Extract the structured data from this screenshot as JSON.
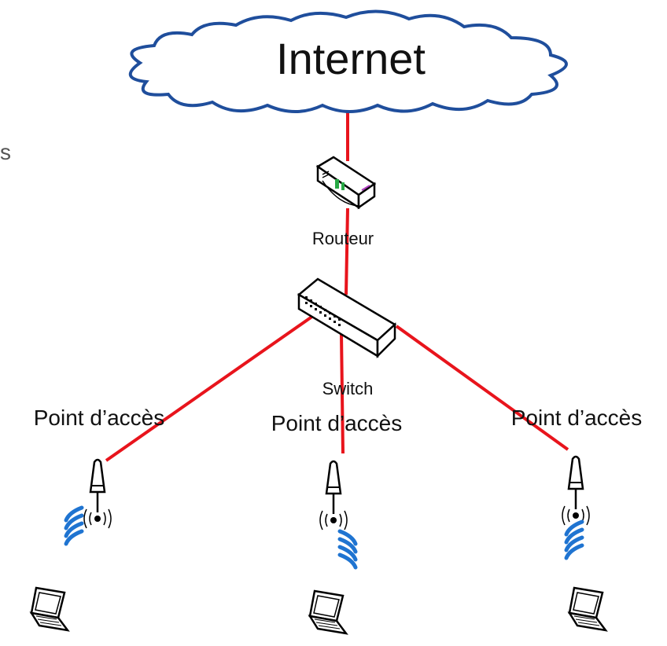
{
  "labels": {
    "internet": "Internet",
    "router": "Routeur",
    "switch": "Switch",
    "access_point": "Point d’accès",
    "left_fragment": "s"
  },
  "colors": {
    "cloud_stroke": "#1f4e9c",
    "link": "#e8141c",
    "wifi_waves": "#1f74d1",
    "device_stroke": "#000000"
  },
  "icons": [
    "cloud-icon",
    "router-icon",
    "switch-icon",
    "antenna-icon",
    "wifi-waves-icon",
    "laptop-icon"
  ]
}
